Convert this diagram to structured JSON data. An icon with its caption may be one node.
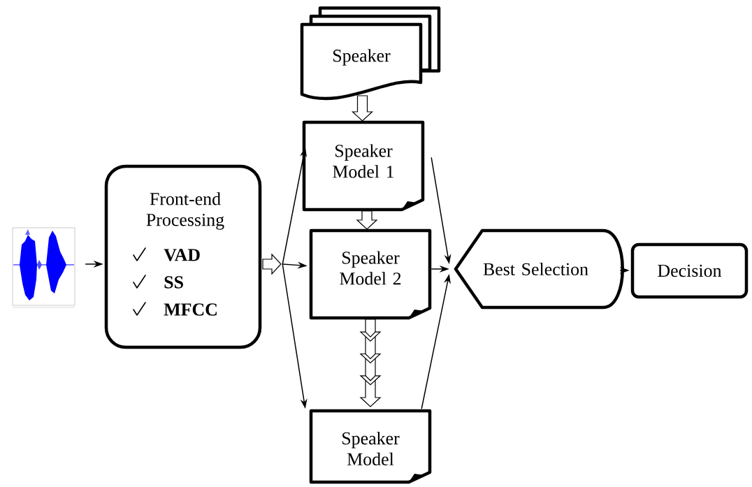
{
  "diagram": {
    "nodes": [
      {
        "text": [],
        "shape": "picture"
      },
      {
        "text": [
          "Front-end Processing",
          "VAD",
          "SS",
          "MFCC"
        ]
      },
      {
        "text": [
          "Speaker"
        ]
      },
      {
        "text": [
          "Speaker Model 1"
        ]
      },
      {
        "text": [
          "Speaker Model 2"
        ]
      },
      {
        "text": [
          "Speaker Model"
        ]
      },
      {
        "text": [
          "Best Selection"
        ]
      },
      {
        "text": [
          "Decision"
        ]
      }
    ],
    "edges": [
      {
        "from": 0,
        "to": 1,
        "arrow": "to"
      },
      {
        "from": 1,
        "to": 3,
        "arrow": "to"
      },
      {
        "from": 1,
        "to": 4,
        "arrow": "to"
      },
      {
        "from": 1,
        "to": 5,
        "arrow": "to"
      },
      {
        "from": 2,
        "to": 3,
        "arrow": "to"
      },
      {
        "from": 3,
        "to": 4,
        "arrow": "to"
      },
      {
        "from": 4,
        "to": 5,
        "arrow": "to"
      },
      {
        "from": 3,
        "to": 6,
        "arrow": "to"
      },
      {
        "from": 4,
        "to": 6,
        "arrow": "to"
      },
      {
        "from": 5,
        "to": 6,
        "arrow": "to"
      },
      {
        "from": 6,
        "to": 7,
        "arrow": "to"
      }
    ]
  }
}
